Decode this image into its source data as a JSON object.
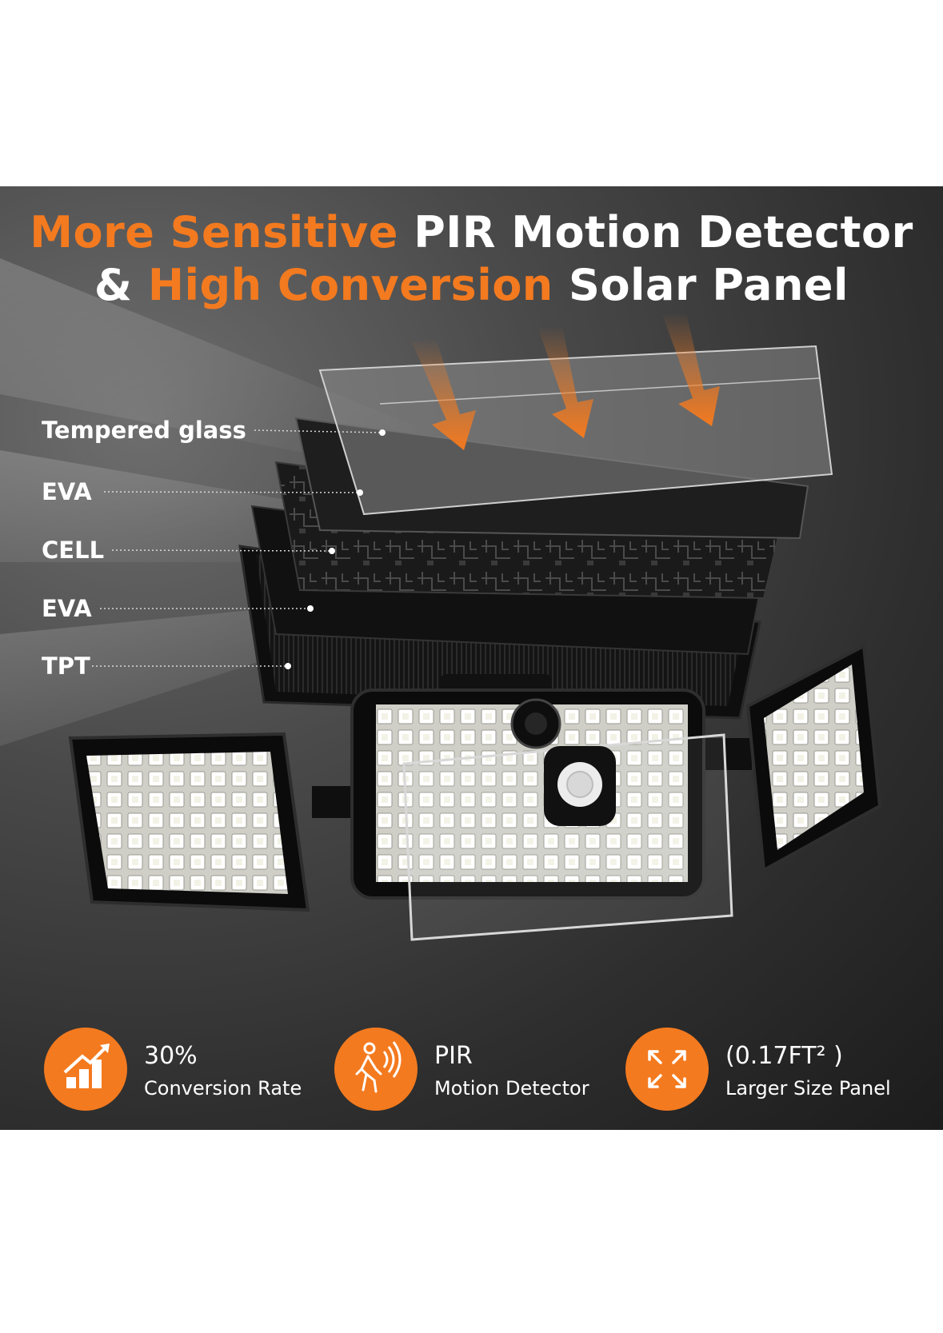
{
  "headline": {
    "line1_orange": "More Sensitive",
    "line1_white": " PIR Motion Detector",
    "line2_white_prefix": "& ",
    "line2_orange": "High Conversion",
    "line2_white_suffix": " Solar Panel"
  },
  "layers": [
    {
      "label": "Tempered glass"
    },
    {
      "label": "EVA"
    },
    {
      "label": "CELL"
    },
    {
      "label": "EVA"
    },
    {
      "label": "TPT"
    }
  ],
  "features": [
    {
      "title": "30%",
      "subtitle": "Conversion Rate",
      "icon": "bar-chart-up-icon"
    },
    {
      "title": "PIR",
      "subtitle": "Motion Detector",
      "icon": "walking-person-motion-icon"
    },
    {
      "title": "(0.17FT² )",
      "subtitle": "Larger Size Panel",
      "icon": "expand-arrows-icon"
    }
  ],
  "colors": {
    "accent_orange": "#f47a1f",
    "background_dark": "#2e2e2e",
    "text_white": "#ffffff"
  }
}
